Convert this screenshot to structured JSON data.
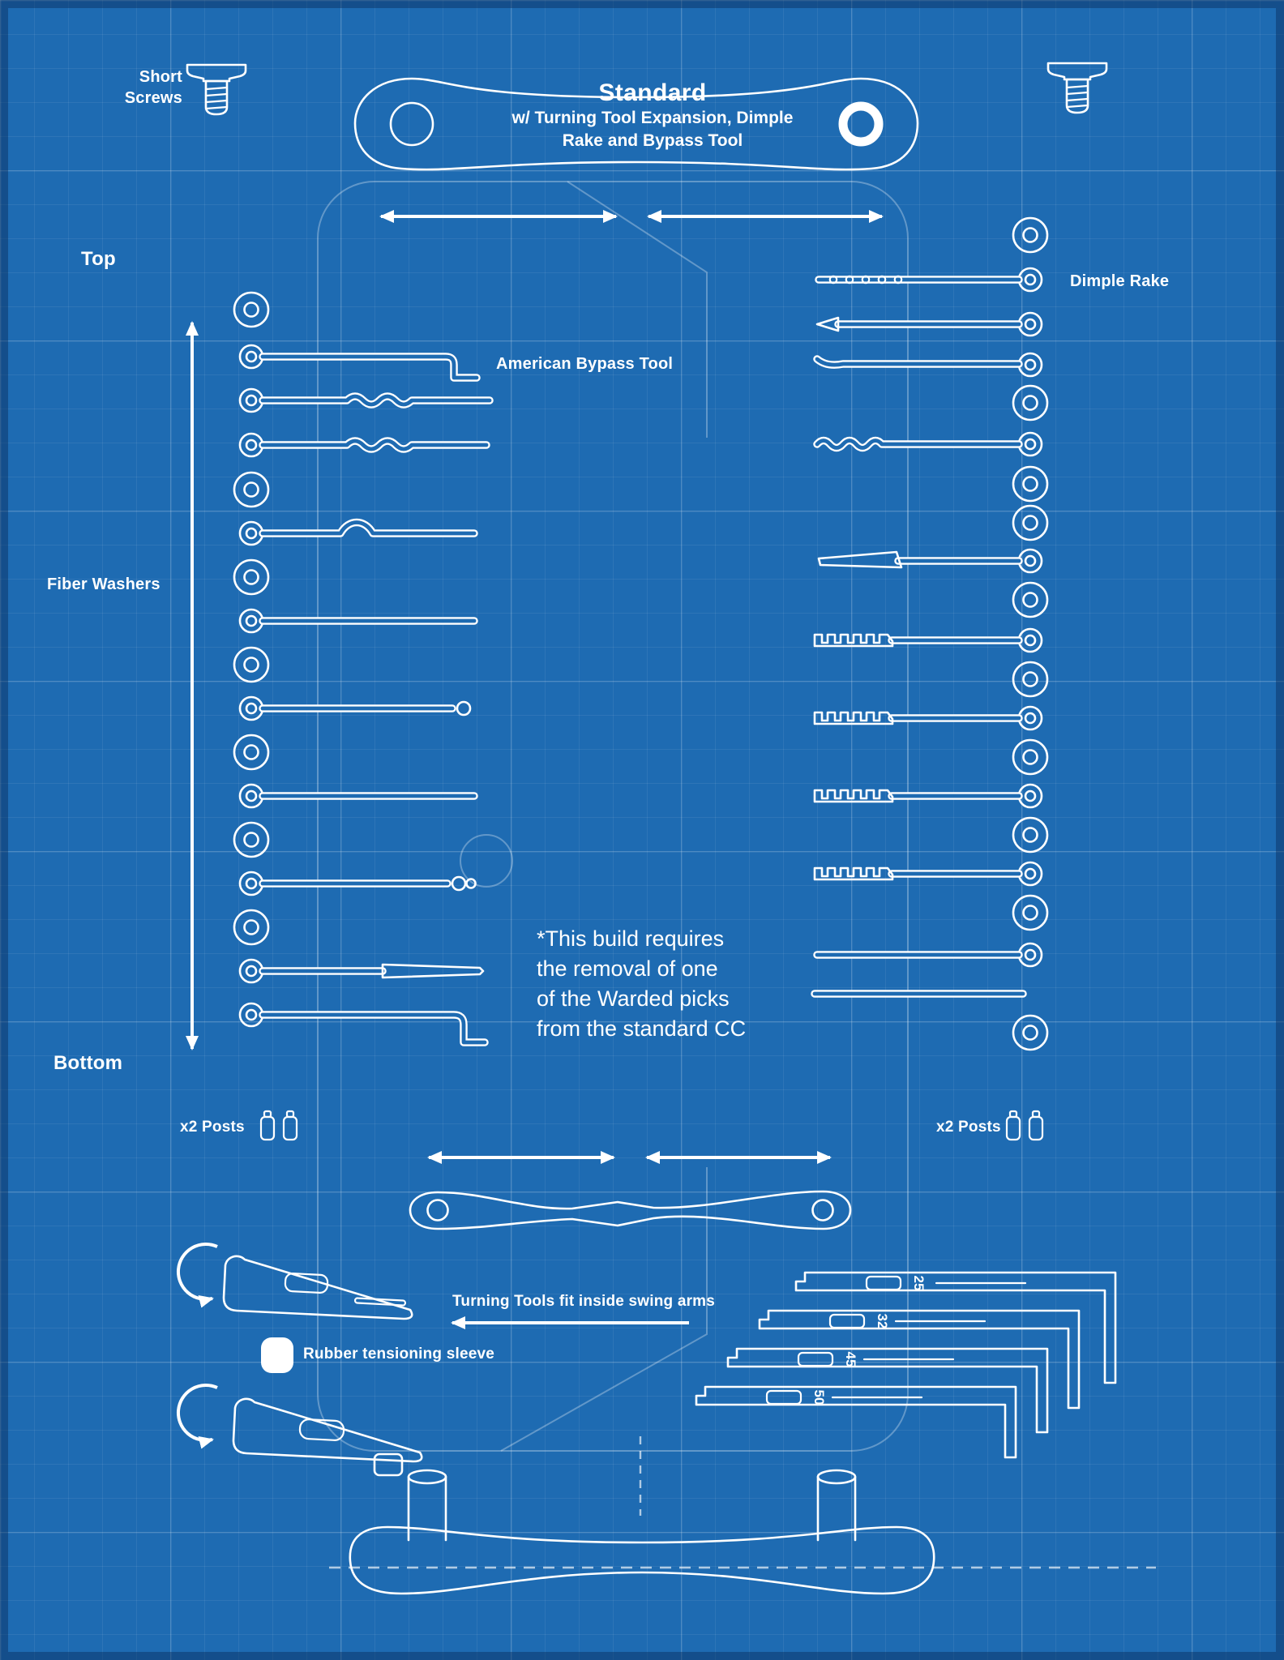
{
  "diagram": {
    "title": "Standard",
    "subtitle_line1": "w/ Turning Tool Expansion, Dimple",
    "subtitle_line2": "Rake and Bypass Tool"
  },
  "labels": {
    "short_screws_1": "Short",
    "short_screws_2": "Screws",
    "top": "Top",
    "bottom": "Bottom",
    "fiber_washers": "Fiber Washers",
    "american_bypass_tool": "American Bypass Tool",
    "dimple_rake": "Dimple Rake",
    "x2_posts_left": "x2 Posts",
    "x2_posts_right": "x2 Posts",
    "turning_tools_fit": "Turning Tools fit inside swing arms",
    "rubber_sleeve": "Rubber tensioning sleeve"
  },
  "note": {
    "line1": "*This build requires",
    "line2": "the removal of one",
    "line3": "of the Warded picks",
    "line4": "from the standard CC"
  },
  "turning_tools": {
    "sizes": [
      "25",
      "32",
      "45",
      "50"
    ]
  },
  "colors": {
    "background": "#1e6bb2",
    "line": "#ffffff",
    "grid_minor": "rgba(255,255,255,0.07)",
    "grid_major": "rgba(255,255,255,0.15)"
  }
}
